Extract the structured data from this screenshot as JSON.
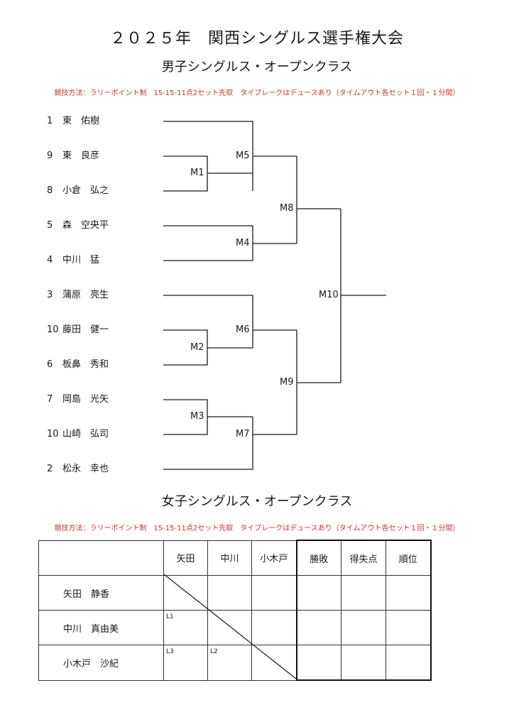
{
  "title": "２０２５年　関西シングルス選手権大会",
  "men": {
    "subtitle": "男子シングルス・オープンクラス",
    "rules": "競技方法：ラリーポイント制　15-15-11点2セット先取　タイプレークはデュースあり（タイムアウト各セット１回・１分間）",
    "players": [
      {
        "seed": "1",
        "name": "東　佑樹"
      },
      {
        "seed": "9",
        "name": "東　良彦"
      },
      {
        "seed": "8",
        "name": "小倉　弘之"
      },
      {
        "seed": "5",
        "name": "森　空央平"
      },
      {
        "seed": "4",
        "name": "中川　猛"
      },
      {
        "seed": "3",
        "name": "蒲原　亮生"
      },
      {
        "seed": "10",
        "name": "藤田　健一"
      },
      {
        "seed": "6",
        "name": "板鼻　秀和"
      },
      {
        "seed": "7",
        "name": "岡島　光矢"
      },
      {
        "seed": "10",
        "name": "山崎　弘司"
      },
      {
        "seed": "2",
        "name": "松永　幸也"
      }
    ],
    "matches": [
      "M1",
      "M2",
      "M3",
      "M4",
      "M5",
      "M6",
      "M7",
      "M8",
      "M9",
      "M10"
    ]
  },
  "women": {
    "subtitle": "女子シングルス・オープンクラス",
    "rules": "競技方法：ラリーポイント制　15-15-11点2セット先取　タイプレークはデュースあり（タイムアウト各セット１回・１分間）",
    "columns": [
      "矢田",
      "中川",
      "小木戸",
      "勝敗",
      "得失点",
      "順位"
    ],
    "players": [
      "矢田　静香",
      "中川　真由美",
      "小木戸　沙紀"
    ],
    "cell_notes": {
      "r2c1": "L1",
      "r3c1": "L3",
      "r3c2": "L2"
    }
  }
}
